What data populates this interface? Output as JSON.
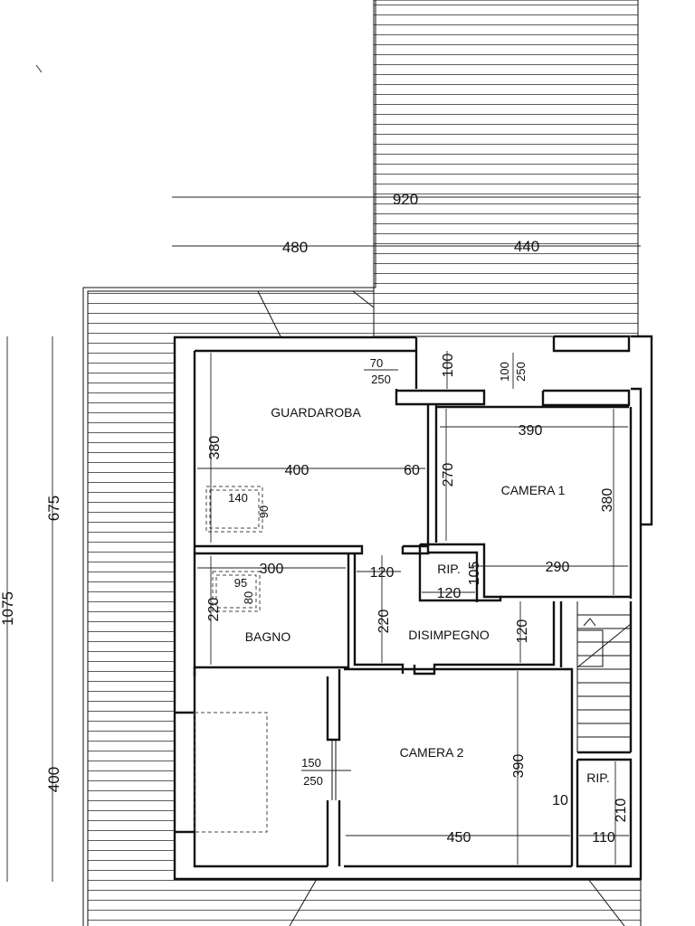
{
  "rooms": {
    "guardaroba": "GUARDAROBA",
    "camera1": "CAMERA 1",
    "bagno": "BAGNO",
    "disimpegno": "DISIMPEGNO",
    "camera2": "CAMERA 2",
    "rip1": "RIP.",
    "rip2": "RIP."
  },
  "dims": {
    "total_top": "920",
    "left_top": "480",
    "right_top": "440",
    "side_total": "1075",
    "side_upper": "675",
    "side_lower": "400",
    "guard_width": "400",
    "guard_height": "380",
    "guard_60": "60",
    "window_top_w": "70",
    "window_top_h": "250",
    "corridor_100a": "100",
    "corridor_100b": "100",
    "corridor_250": "250",
    "cam1_width": "390",
    "cam1_height": "380",
    "cam1_270": "270",
    "cam1_290": "290",
    "box_140": "140",
    "box_90": "90",
    "bagno_300": "300",
    "bagno_220": "220",
    "bagno_95": "95",
    "bagno_80": "80",
    "dis_120a": "120",
    "dis_220": "220",
    "dis_120b": "120",
    "rip_105": "105",
    "rip_120": "120",
    "win_150": "150",
    "win_250": "250",
    "cam2_390": "390",
    "cam2_450": "450",
    "cam2_10": "10",
    "rip2_110": "110",
    "rip2_210": "210"
  }
}
